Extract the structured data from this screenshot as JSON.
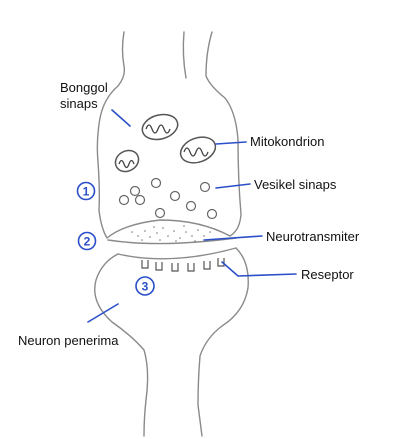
{
  "labels": {
    "bonggol_sinaps_line1": "Bonggol",
    "bonggol_sinaps_line2": "sinaps",
    "mitokondrion": "Mitokondrion",
    "vesikel_sinaps": "Vesikel sinaps",
    "neurotransmiter": "Neurotransmiter",
    "reseptor": "Reseptor",
    "neuron_penerima": "Neuron penerima"
  },
  "markers": [
    "1",
    "2",
    "3"
  ],
  "colors": {
    "marker": "#2a4fc8",
    "outline": "#8a8a8a",
    "text": "#111111"
  }
}
